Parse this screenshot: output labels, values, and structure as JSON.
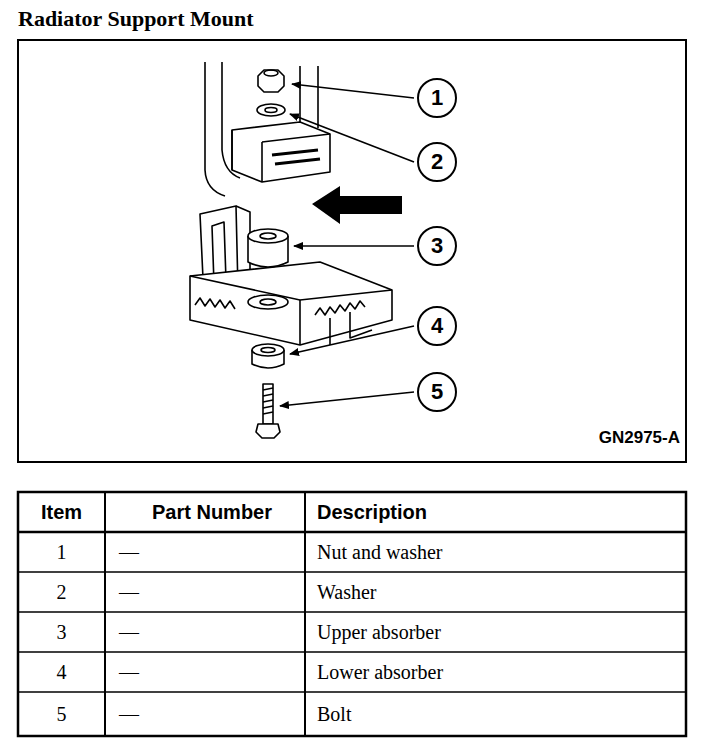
{
  "diagram": {
    "title": "Radiator Support Mount",
    "nodes": [
      {
        "text": [
          "1"
        ]
      },
      {
        "text": [
          "2"
        ]
      },
      {
        "text": [
          "3"
        ]
      },
      {
        "text": [
          "4"
        ]
      },
      {
        "text": [
          "5"
        ]
      }
    ],
    "labels": [
      "GN2975-A",
      "Item",
      "Part Number",
      "Description",
      "1",
      "—",
      "Nut and washer",
      "2",
      "—",
      "Washer",
      "3",
      "—",
      "Upper absorber",
      "4",
      "—",
      "Lower absorber",
      "5",
      "—",
      "Bolt"
    ]
  }
}
